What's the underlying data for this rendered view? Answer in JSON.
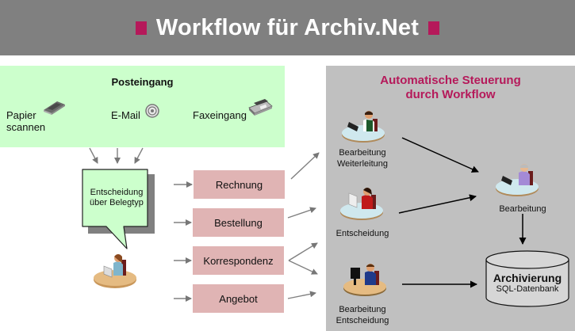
{
  "header": {
    "title": "Workflow für Archiv.Net",
    "accent_color": "#b5195a",
    "background_color": "#808080"
  },
  "inbox": {
    "title": "Posteingang",
    "background_color": "#ccffcc",
    "sources": [
      {
        "label_line1": "Papier",
        "label_line2": "scannen",
        "icon": "scanner-icon"
      },
      {
        "label_line1": "E-Mail",
        "label_line2": "",
        "icon": "email-at-icon"
      },
      {
        "label_line1": "Faxeingang",
        "label_line2": "",
        "icon": "fax-machine-icon"
      }
    ]
  },
  "decision_bubble": {
    "line1": "Entscheidung",
    "line2": "über Belegtyp"
  },
  "document_types": [
    {
      "label": "Rechnung"
    },
    {
      "label": "Bestellung"
    },
    {
      "label": "Korrespondenz"
    },
    {
      "label": "Angebot"
    }
  ],
  "workflow": {
    "title_line1": "Automatische Steuerung",
    "title_line2": "durch Workflow",
    "title_color": "#b5195a",
    "background_color": "#c0c0c0",
    "steps": [
      {
        "line1": "Bearbeitung",
        "line2": "Weiterleitung",
        "icon": "office-worker-green-vest-icon"
      },
      {
        "line1": "Entscheidung",
        "line2": "",
        "icon": "office-worker-red-icon"
      },
      {
        "line1": "Bearbeitung",
        "line2": "Entscheidung",
        "icon": "office-worker-blue-suit-icon"
      },
      {
        "line1": "Bearbeitung",
        "line2": "",
        "icon": "office-worker-purple-icon"
      }
    ],
    "archive": {
      "title": "Archivierung",
      "subtitle": "SQL-Datenbank",
      "icon": "database-cylinder-icon"
    }
  }
}
